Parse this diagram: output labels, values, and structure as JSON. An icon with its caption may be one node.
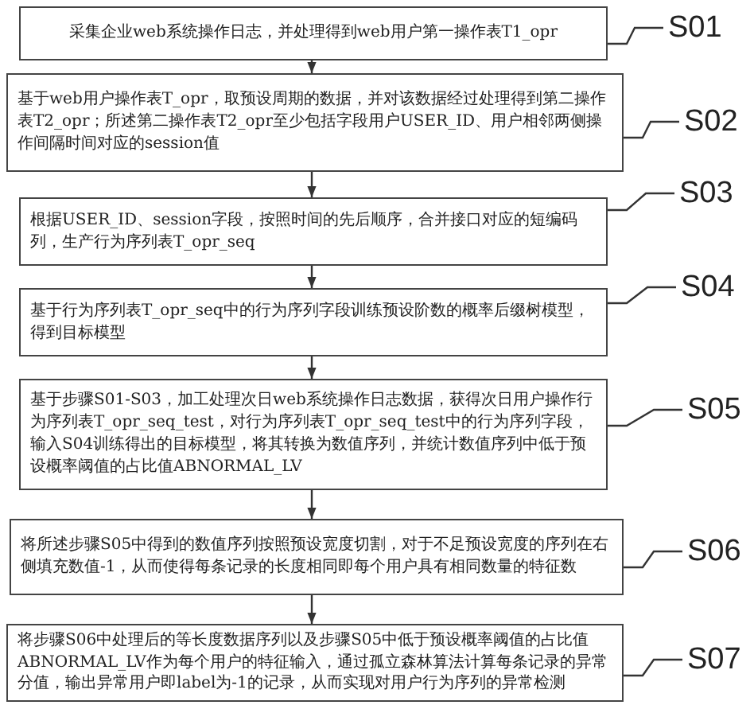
{
  "diagram": {
    "nodes": [
      {
        "text": [
          "采集企业web系统操作日志，并处理得到web用户第一操作表T1_opr"
        ]
      },
      {
        "text": [
          "基于web用户操作表T_opr，取预设周期的数据，并对该数据经过处理得到第二操作表T2_opr；所述第二操作表T2_opr至少包括字段用户USER_ID、用户相邻两侧操作间隔时间对应的session值"
        ]
      },
      {
        "text": [
          "根据USER_ID、session字段，按照时间的先后顺序，合并接口对应的短编码列，生产行为序列表T_opr_seq"
        ]
      },
      {
        "text": [
          "基于行为序列表T_opr_seq中的行为序列字段训练预设阶数的概率后缀树模型，得到目标模型"
        ]
      },
      {
        "text": [
          "基于步骤S01-S03，加工处理次日web系统操作日志数据，获得次日用户操作行为序列表T_opr_seq_test，对行为序列表T_opr_seq_test中的行为序列字段，输入S04训练得出的目标模型，将其转换为数值序列，并统计数值序列中低于预设概率阈值的占比值ABNORMAL_LV"
        ]
      },
      {
        "text": [
          "将所述步骤S05中得到的数值序列按照预设宽度切割，对于不足预设宽度的序列在右侧填充数值-1，从而使得每条记录的长度相同即每个用户具有相同数量的特征数"
        ]
      },
      {
        "text": [
          "将步骤S06中处理后的等长度数据序列以及步骤S05中低于预设概率阈值的占比值ABNORMAL_LV作为每个用户的特征输入，通过孤立森林算法计算每条记录的异常分值，输出异常用户即label为-1的记录，从而实现对用户行为序列的异常检测"
        ]
      },
      {
        "text": [
          "S01"
        ]
      },
      {
        "text": [
          "S02"
        ]
      },
      {
        "text": [
          "S03"
        ]
      },
      {
        "text": [
          "S04"
        ]
      },
      {
        "text": [
          "S05"
        ]
      },
      {
        "text": [
          "S06"
        ]
      },
      {
        "text": [
          "S07"
        ]
      }
    ],
    "edges": [
      {
        "from": 0,
        "to": 1,
        "arrow": "to"
      },
      {
        "from": 1,
        "to": 2,
        "arrow": "to"
      },
      {
        "from": 2,
        "to": 3,
        "arrow": "to"
      },
      {
        "from": 3,
        "to": 4,
        "arrow": "to"
      },
      {
        "from": 4,
        "to": 5,
        "arrow": "to"
      },
      {
        "from": 5,
        "to": 6,
        "arrow": "to"
      },
      {
        "from": 7,
        "to": 0,
        "arrow": "none"
      },
      {
        "from": 8,
        "to": 1,
        "arrow": "none"
      },
      {
        "from": 9,
        "to": 2,
        "arrow": "none"
      },
      {
        "from": 10,
        "to": 3,
        "arrow": "none"
      },
      {
        "from": 11,
        "to": 4,
        "arrow": "none"
      },
      {
        "from": 12,
        "to": 5,
        "arrow": "none"
      },
      {
        "from": 13,
        "to": 6,
        "arrow": "none"
      }
    ]
  }
}
